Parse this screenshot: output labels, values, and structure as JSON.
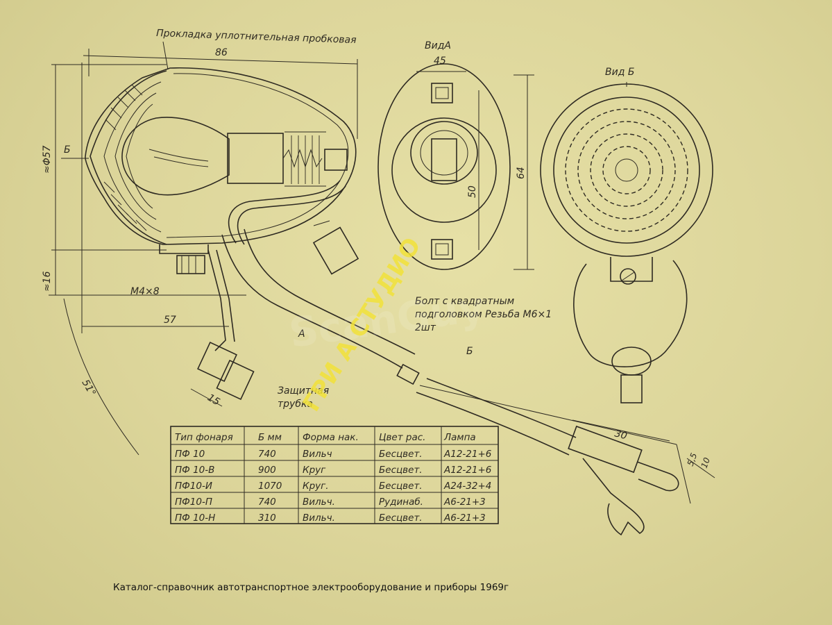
{
  "labels": {
    "gasket": "Прокладка уплотнительная пробковая",
    "dim_86": "86",
    "dim_phi57": "≈Φ57",
    "dim_16": "≈16",
    "dim_57": "57",
    "dim_15": "15",
    "angle_51": "51°",
    "view_b_arrow": "Б",
    "screw": "M4×8",
    "view_a_title": "ВидА",
    "dim_45": "45",
    "dim_50": "50",
    "dim_64": "64",
    "view_b_title": "Вид Б",
    "bolt_line1": "Болт с квадратным",
    "bolt_line2": "подголовком  Резьба М6×1",
    "bolt_line3": "2шт",
    "tube_a": "А",
    "cable_b": "Б",
    "protect_line1": "Защитная",
    "protect_line2": "трубка",
    "dim_30": "30",
    "dim_55": "5,5",
    "dim_10": "10",
    "watermark_yellow": "ГРИ А СТУДИО",
    "watermark_white": "ScanGuy"
  },
  "table": {
    "headers": [
      "Тип фонаря",
      "Б мм",
      "Форма нак.",
      "Цвет рас.",
      "Лампа"
    ],
    "rows": [
      [
        "ПФ 10",
        "740",
        "Вильч",
        "Бесцвет.",
        "А12-21+6"
      ],
      [
        "ПФ 10-В",
        "900",
        "Круг",
        "Бесцвет.",
        "А12-21+6"
      ],
      [
        "ПФ10-И",
        "1070",
        "Круг.",
        "Бесцвет.",
        "А24-32+4"
      ],
      [
        "ПФ10-П",
        "740",
        "Вильч.",
        "Рудинаб.",
        "А6-21+3"
      ],
      [
        "ПФ 10-Н",
        "310",
        "Вильч.",
        "Бесцвет.",
        "А6-21+3"
      ]
    ]
  },
  "caption": "Каталог-справочник автотранспортное электрооборудование и приборы 1969г",
  "colors": {
    "paper": "#dcd69a",
    "ink": "#2e2a22",
    "watermark": "#f2e23a"
  }
}
